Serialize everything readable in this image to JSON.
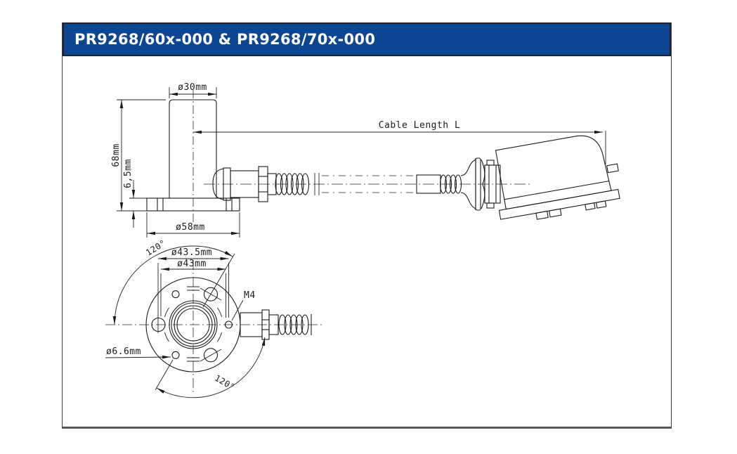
{
  "header": {
    "title": "PR9268/60x-000 & PR9268/70x-000"
  },
  "colors": {
    "header_bg": "#0c4693",
    "header_border": "#20222e",
    "header_text": "#ffffff",
    "drawing_line": "#1b1b1b",
    "frame_border": "#3d3d3d"
  },
  "side_view": {
    "top_diameter": "ø30mm",
    "body_height": "68mm",
    "flange_thickness": "6,5mm",
    "flange_diameter": "ø58mm",
    "cable_length": "Cable Length L"
  },
  "bottom_view": {
    "angle_top": "120°",
    "bolt_circle_outer": "ø43.5mm",
    "bolt_circle_inner": "ø43mm",
    "thread_label": "M4",
    "hole_diameter": "ø6.6mm",
    "angle_bottom": "120°"
  }
}
